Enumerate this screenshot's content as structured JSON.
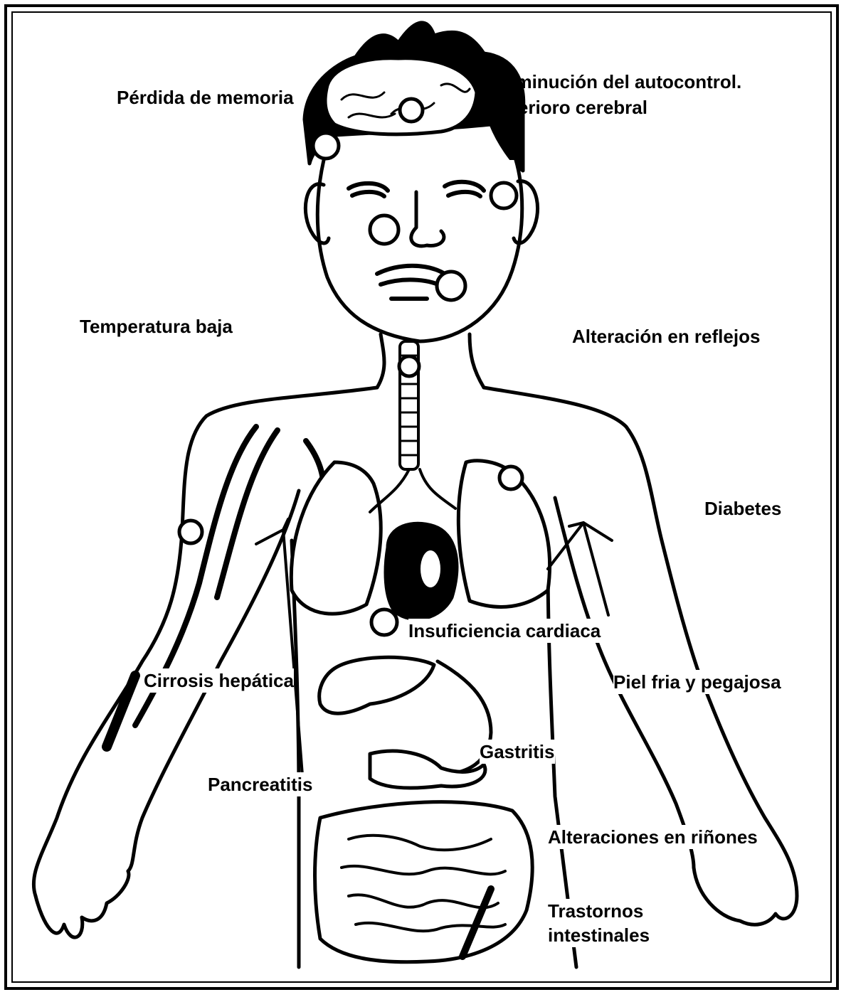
{
  "diagram": {
    "labels": {
      "memory": "Pérdida de memoria",
      "selfcontrol": "Disminución del autocontrol.",
      "brain": "Deterioro cerebral",
      "temperature": "Temperatura baja",
      "reflexes": "Alteración en reflejos",
      "diabetes": "Diabetes",
      "heart": "Insuficiencia cardiaca",
      "cirrhosis": "Cirrosis hepática",
      "skin": "Piel fria y pegajosa",
      "gastritis": "Gastritis",
      "pancreatitis": "Pancreatitis",
      "kidneys": "Alteraciones en riñones",
      "intestinal_line1": "Trastornos",
      "intestinal_line2": "intestinales"
    },
    "colors": {
      "ink": "#000000",
      "paper": "#ffffff"
    }
  }
}
